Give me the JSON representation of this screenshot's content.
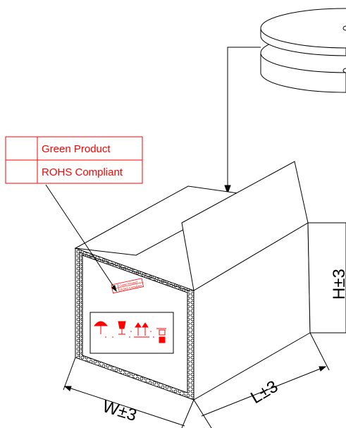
{
  "label_table": {
    "rows": [
      {
        "text": "Green Product"
      },
      {
        "text": "ROHS Compliant"
      }
    ]
  },
  "dimensions": {
    "width": "W±3",
    "length": "L±3",
    "height": "H±3"
  },
  "colors": {
    "line": "#000000",
    "label": "#ff0000"
  }
}
